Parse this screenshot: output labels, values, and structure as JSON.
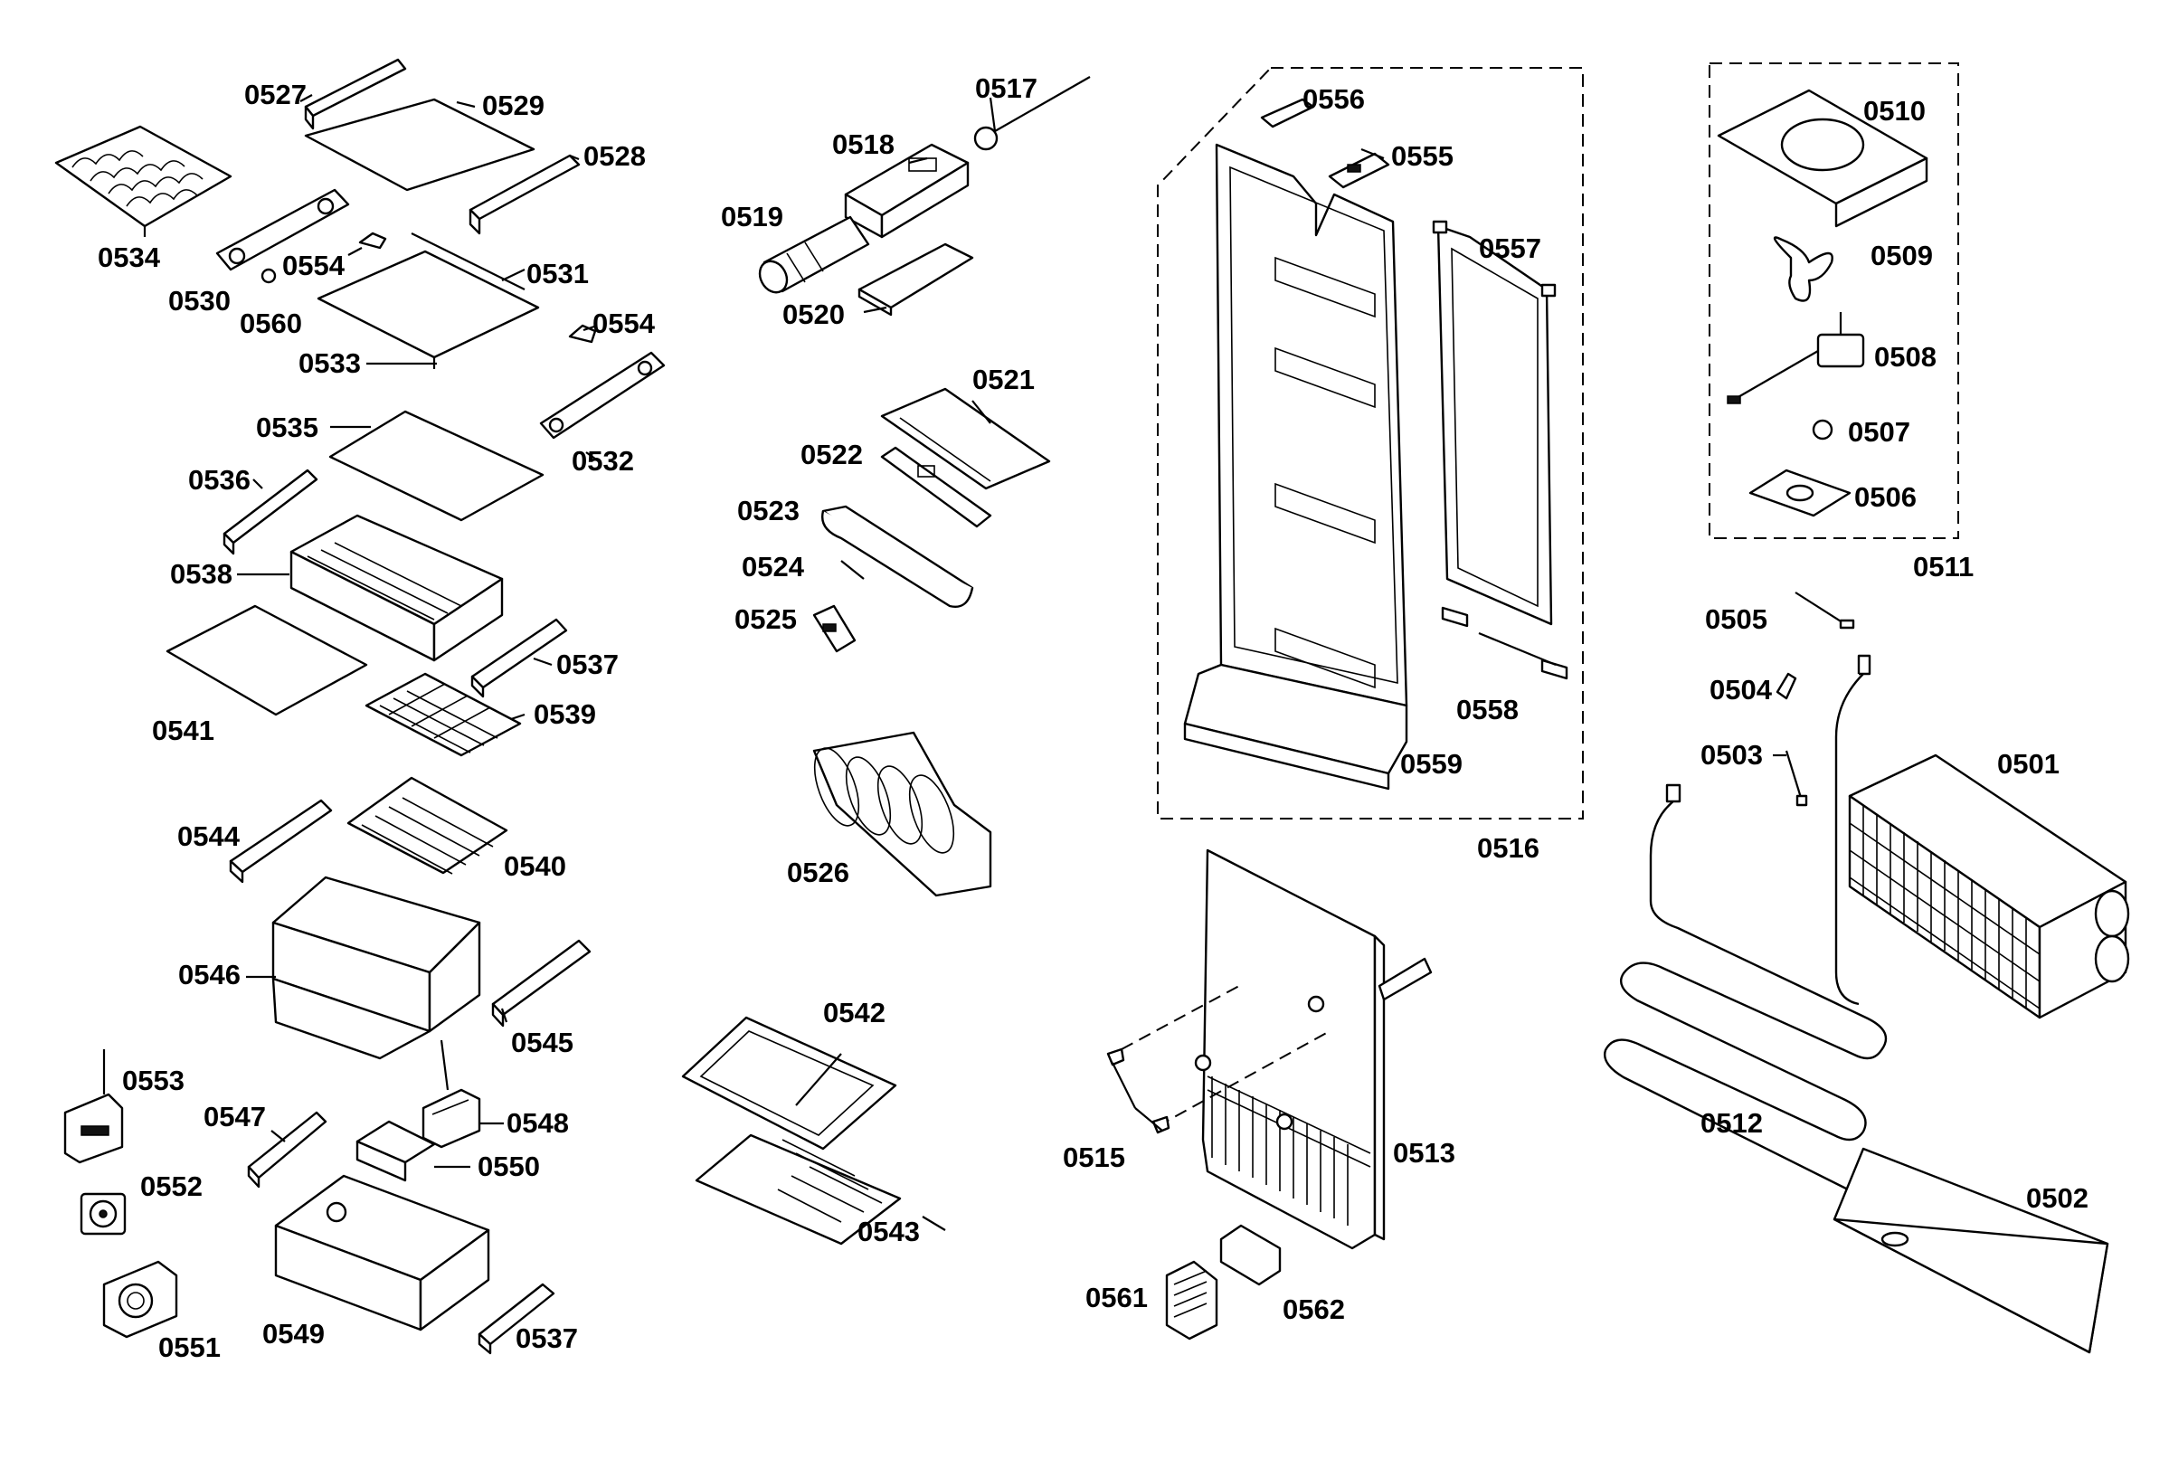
{
  "diagram": {
    "labels": {
      "p0501": "0501",
      "p0502": "0502",
      "p0503": "0503",
      "p0504": "0504",
      "p0505": "0505",
      "p0506": "0506",
      "p0507": "0507",
      "p0508": "0508",
      "p0509": "0509",
      "p0510": "0510",
      "p0511": "0511",
      "p0512": "0512",
      "p0513": "0513",
      "p0515": "0515",
      "p0516": "0516",
      "p0517": "0517",
      "p0518": "0518",
      "p0519": "0519",
      "p0520": "0520",
      "p0521": "0521",
      "p0522": "0522",
      "p0523": "0523",
      "p0524": "0524",
      "p0525": "0525",
      "p0526": "0526",
      "p0527": "0527",
      "p0528": "0528",
      "p0529": "0529",
      "p0530": "0530",
      "p0531": "0531",
      "p0532": "0532",
      "p0533": "0533",
      "p0534": "0534",
      "p0535": "0535",
      "p0536": "0536",
      "p0537a": "0537",
      "p0537b": "0537",
      "p0538": "0538",
      "p0539": "0539",
      "p0540": "0540",
      "p0541": "0541",
      "p0542": "0542",
      "p0543": "0543",
      "p0544": "0544",
      "p0545": "0545",
      "p0546": "0546",
      "p0547": "0547",
      "p0548": "0548",
      "p0549": "0549",
      "p0550": "0550",
      "p0551": "0551",
      "p0552": "0552",
      "p0553": "0553",
      "p0554a": "0554",
      "p0554b": "0554",
      "p0555": "0555",
      "p0556": "0556",
      "p0557": "0557",
      "p0558": "0558",
      "p0559": "0559",
      "p0560": "0560",
      "p0561": "0561",
      "p0562": "0562"
    }
  }
}
